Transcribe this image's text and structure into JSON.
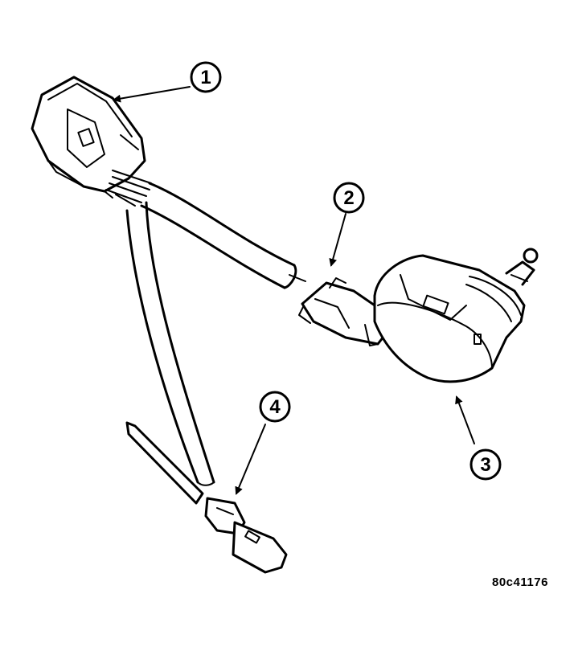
{
  "callouts": [
    {
      "id": "1",
      "label": "1"
    },
    {
      "id": "2",
      "label": "2"
    },
    {
      "id": "3",
      "label": "3"
    },
    {
      "id": "4",
      "label": "4"
    }
  ],
  "figure_id": "80c41176"
}
